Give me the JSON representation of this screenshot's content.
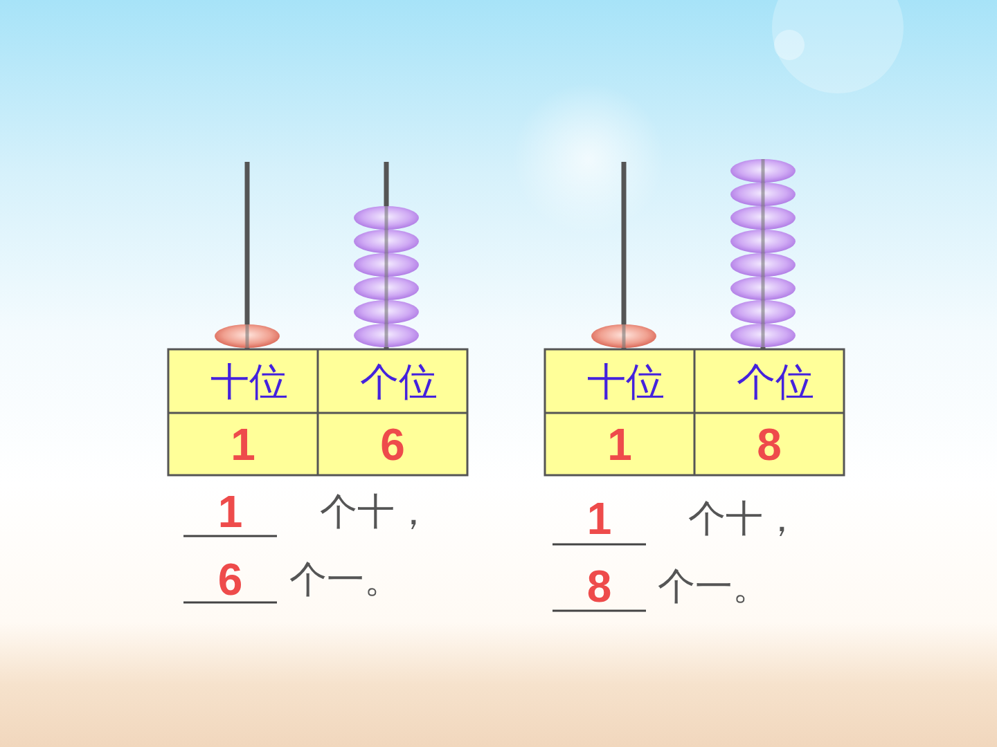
{
  "diagram": {
    "labels": [
      "十位",
      "个位",
      "1",
      "6",
      "1",
      "个十，",
      "6",
      "个一。",
      "十位",
      "个位",
      "1",
      "8",
      "1",
      "个十，",
      "8",
      "个一。"
    ]
  }
}
